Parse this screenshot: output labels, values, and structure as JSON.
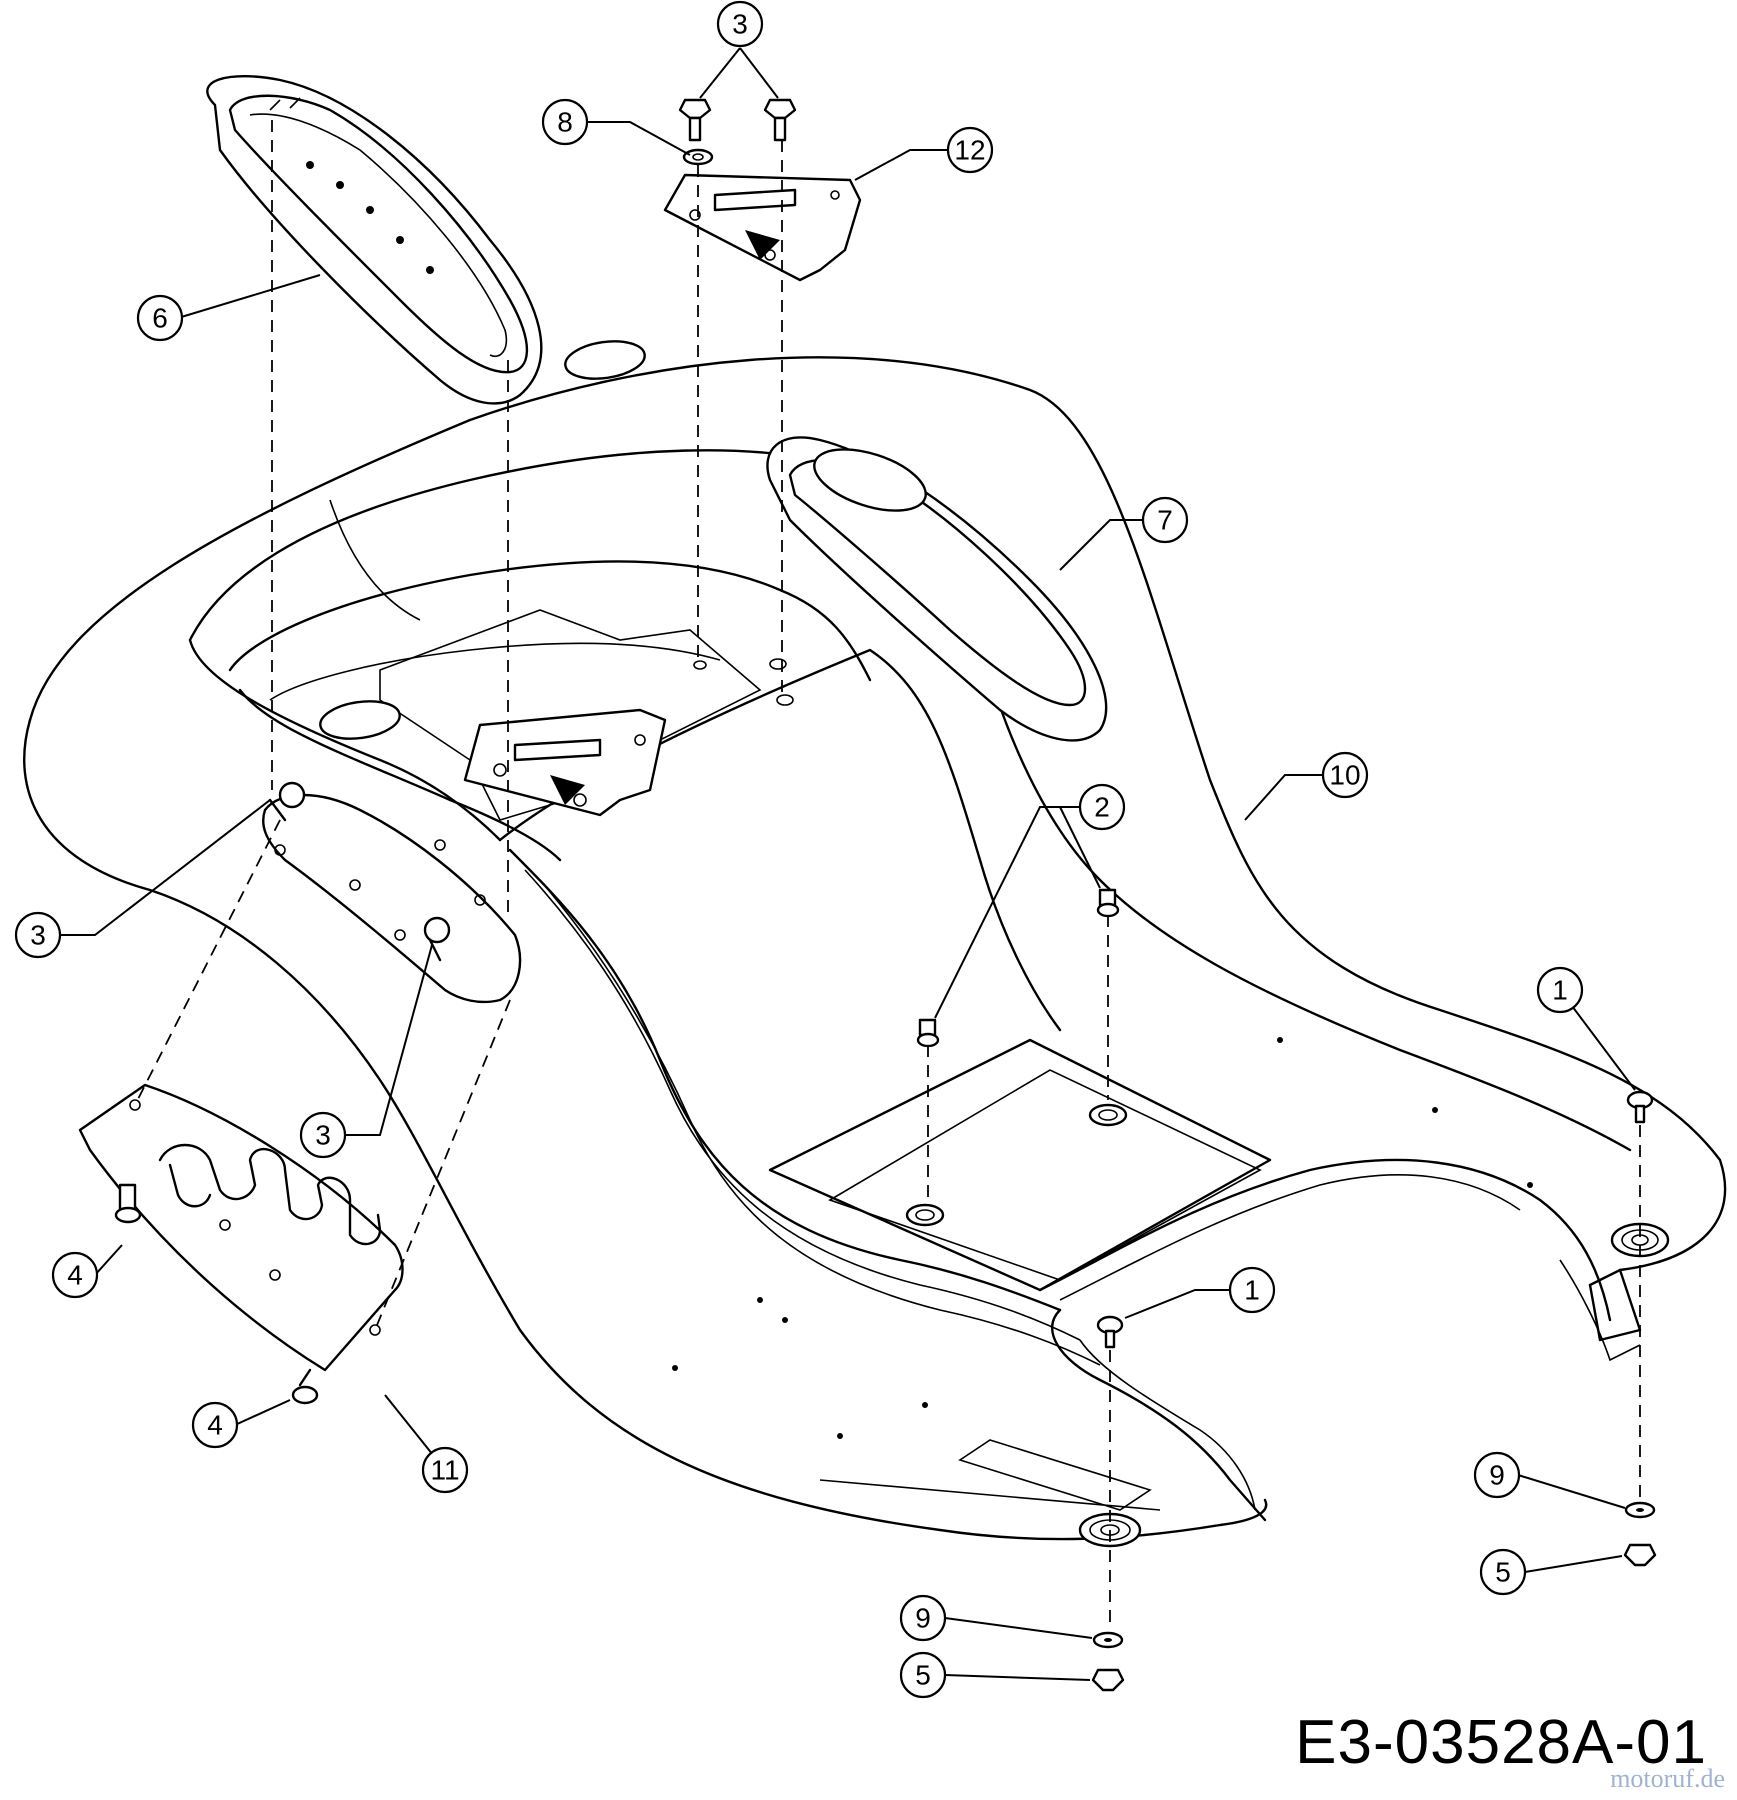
{
  "drawing_code": "E3-03528A-01",
  "watermark": "motoruf.de",
  "callouts": [
    {
      "id": "c-3-top",
      "label": "3"
    },
    {
      "id": "c-8",
      "label": "8"
    },
    {
      "id": "c-12",
      "label": "12"
    },
    {
      "id": "c-6",
      "label": "6"
    },
    {
      "id": "c-7",
      "label": "7"
    },
    {
      "id": "c-10",
      "label": "10"
    },
    {
      "id": "c-2",
      "label": "2"
    },
    {
      "id": "c-3-left",
      "label": "3"
    },
    {
      "id": "c-3-mid",
      "label": "3"
    },
    {
      "id": "c-1-right",
      "label": "1"
    },
    {
      "id": "c-1-center",
      "label": "1"
    },
    {
      "id": "c-4-upper",
      "label": "4"
    },
    {
      "id": "c-4-lower",
      "label": "4"
    },
    {
      "id": "c-11",
      "label": "11"
    },
    {
      "id": "c-9-right",
      "label": "9"
    },
    {
      "id": "c-5-right",
      "label": "5"
    },
    {
      "id": "c-9-center",
      "label": "9"
    },
    {
      "id": "c-5-center",
      "label": "5"
    }
  ]
}
